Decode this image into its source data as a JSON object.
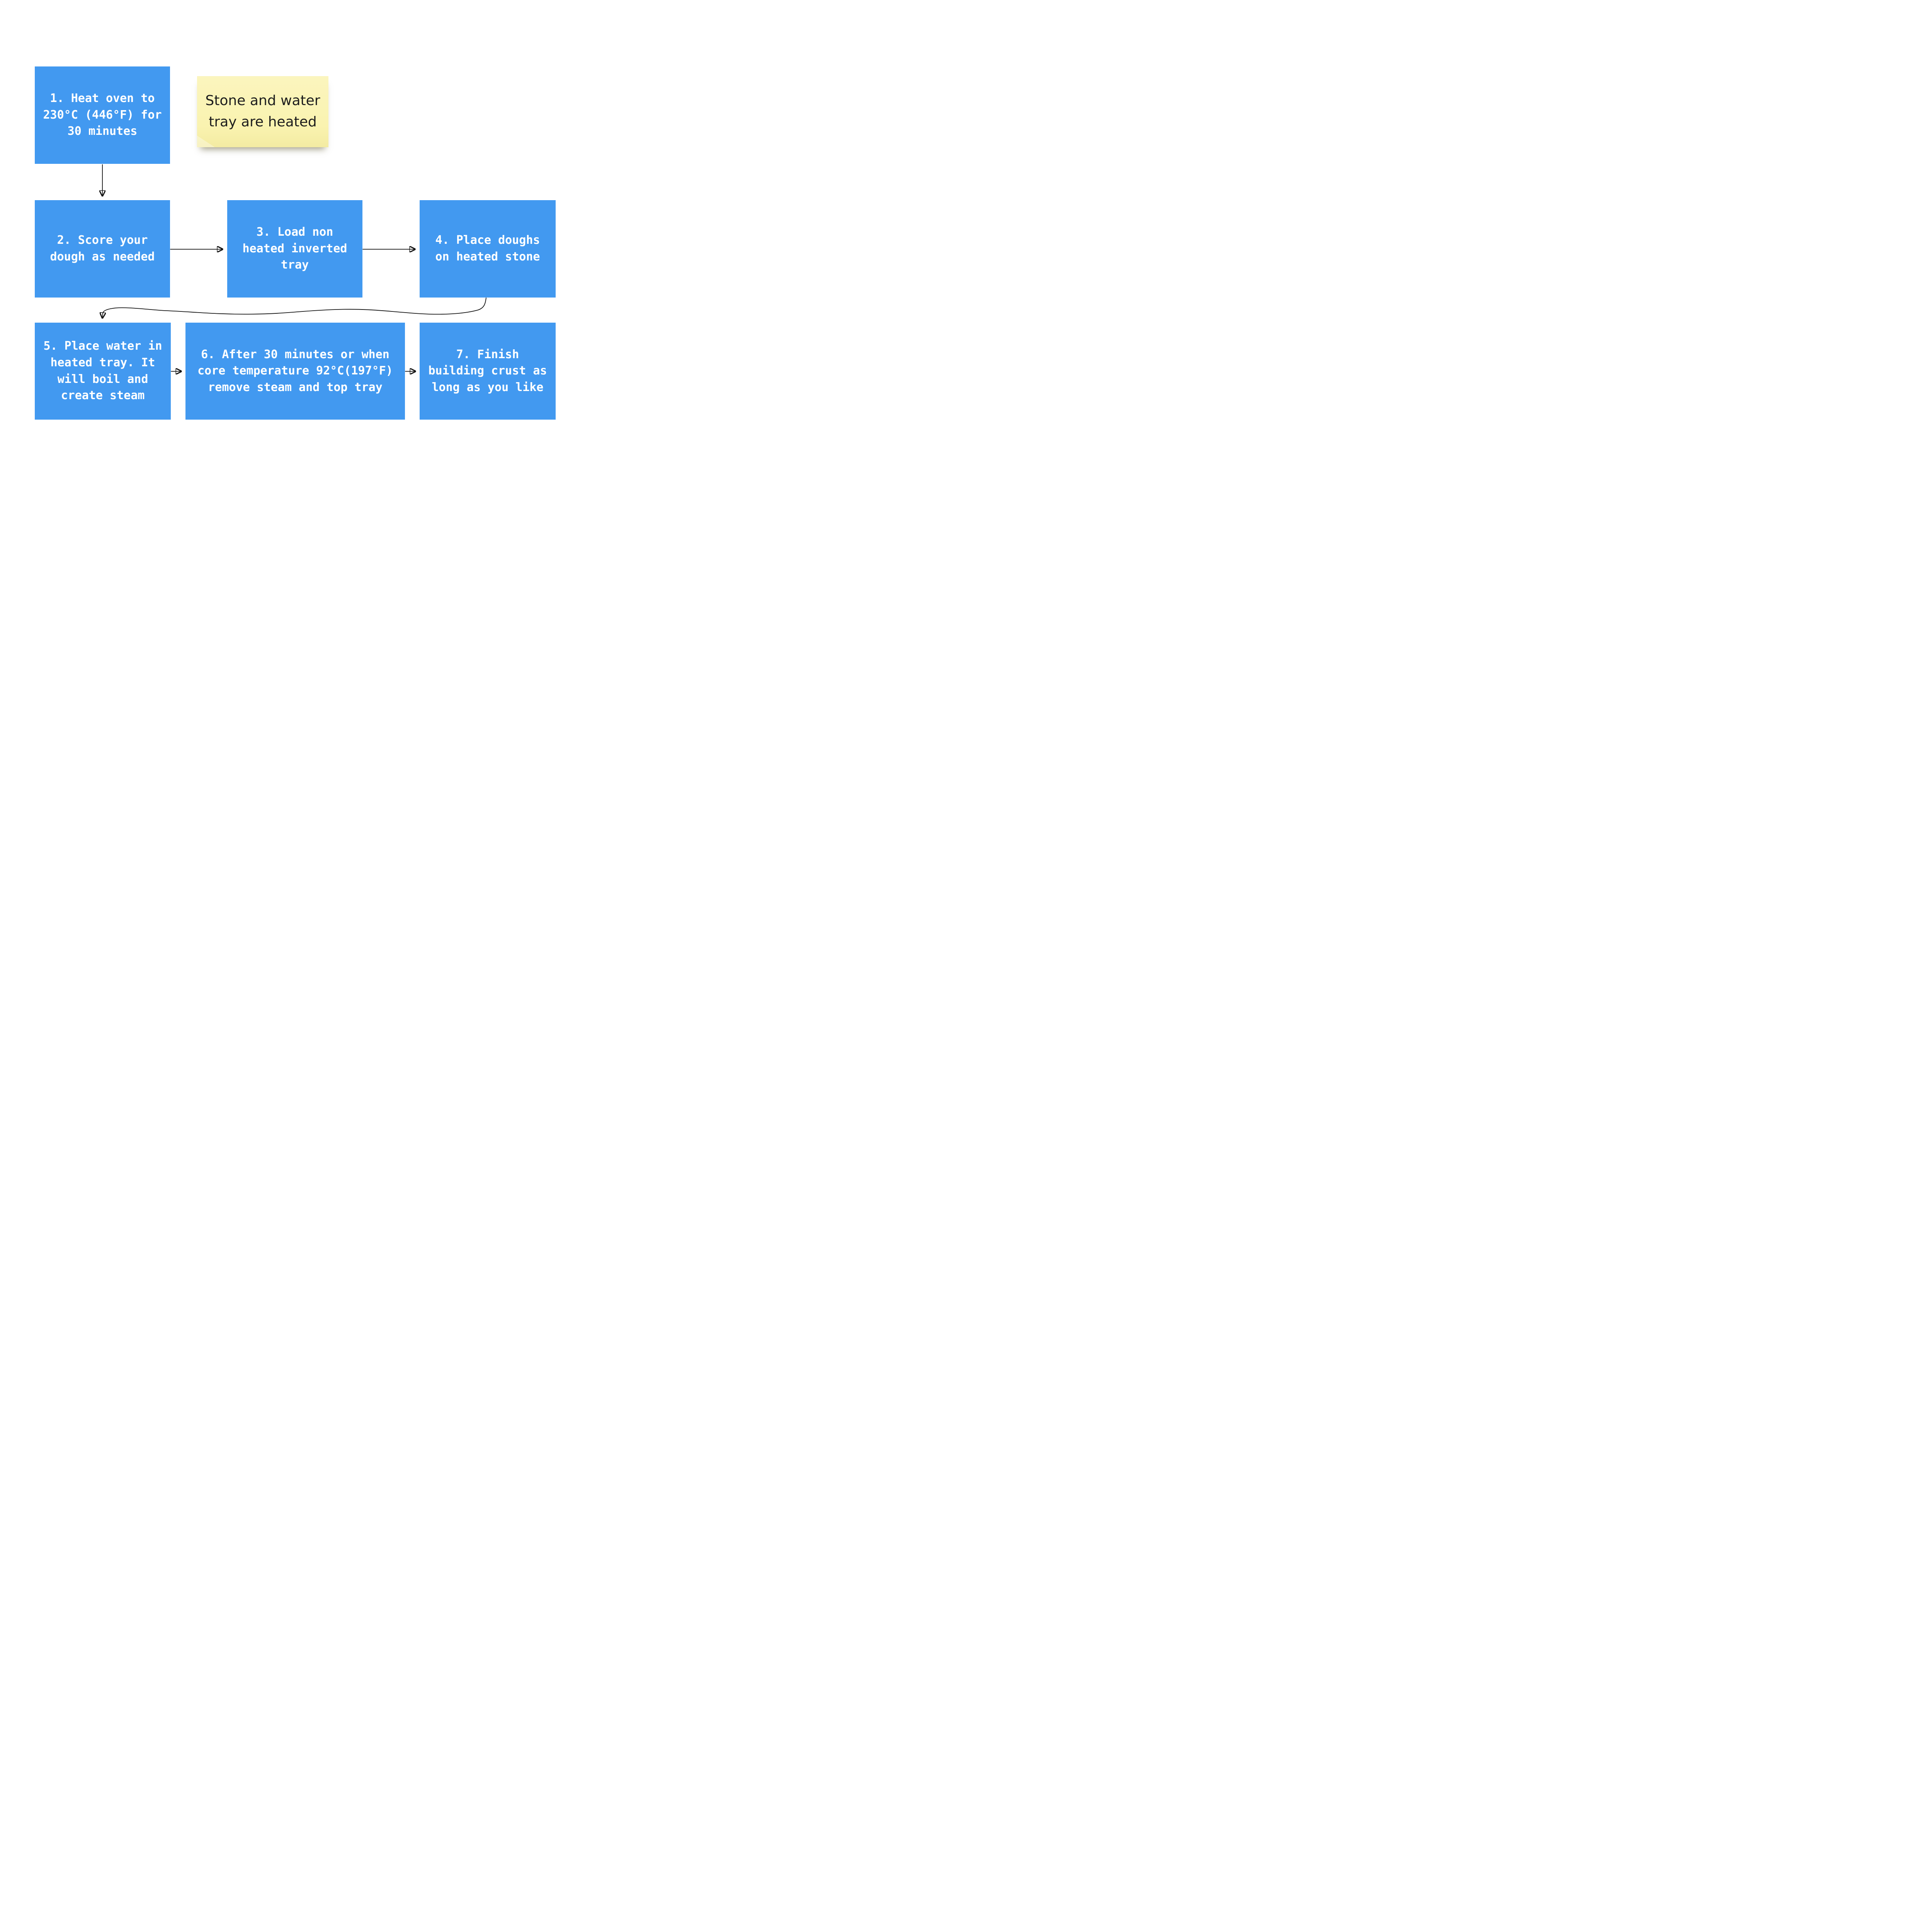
{
  "colors": {
    "box_fill": "#4299F0",
    "box_text": "#FFFFFF",
    "note_fill": "#FAF3B0",
    "note_text": "#1D1D1D",
    "connector": "#111111"
  },
  "note": {
    "text": "Stone and water\ntray are heated"
  },
  "steps": [
    {
      "label": "1. Heat oven to\n230°C (446°F) for\n30 minutes"
    },
    {
      "label": "2. Score your\ndough as needed"
    },
    {
      "label": "3. Load non\nheated inverted\ntray"
    },
    {
      "label": "4. Place doughs\non heated stone"
    },
    {
      "label": "5. Place water in\nheated tray. It\nwill boil and\ncreate steam"
    },
    {
      "label": "6. After 30 minutes or when\ncore temperature 92°C(197°F)\nremove steam and top tray"
    },
    {
      "label": "7. Finish\nbuilding crust as\nlong as you like"
    }
  ],
  "connectors": [
    {
      "from": "step-1",
      "to": "step-2",
      "shape": "straight-down-arrow"
    },
    {
      "from": "step-2",
      "to": "step-3",
      "shape": "straight-right-arrow"
    },
    {
      "from": "step-3",
      "to": "step-4",
      "shape": "straight-right-arrow"
    },
    {
      "from": "step-4",
      "to": "step-5",
      "shape": "hand-drawn-wavy-arrow"
    },
    {
      "from": "step-5",
      "to": "step-6",
      "shape": "straight-right-arrow"
    },
    {
      "from": "step-6",
      "to": "step-7",
      "shape": "straight-right-arrow"
    }
  ]
}
